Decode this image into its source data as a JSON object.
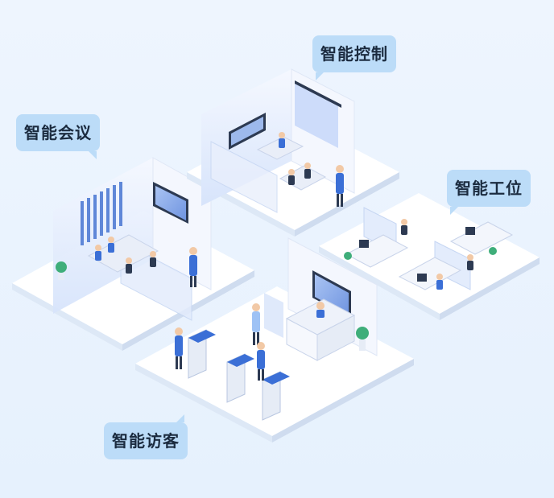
{
  "labels": {
    "meeting": "智能会议",
    "control": "智能控制",
    "workstation": "智能工位",
    "visitor": "智能访客"
  },
  "colors": {
    "bubble": "#bcdcf8",
    "floor": "#ffffff",
    "accent": "#3b6fd6",
    "glass": "#cfe0fb"
  }
}
